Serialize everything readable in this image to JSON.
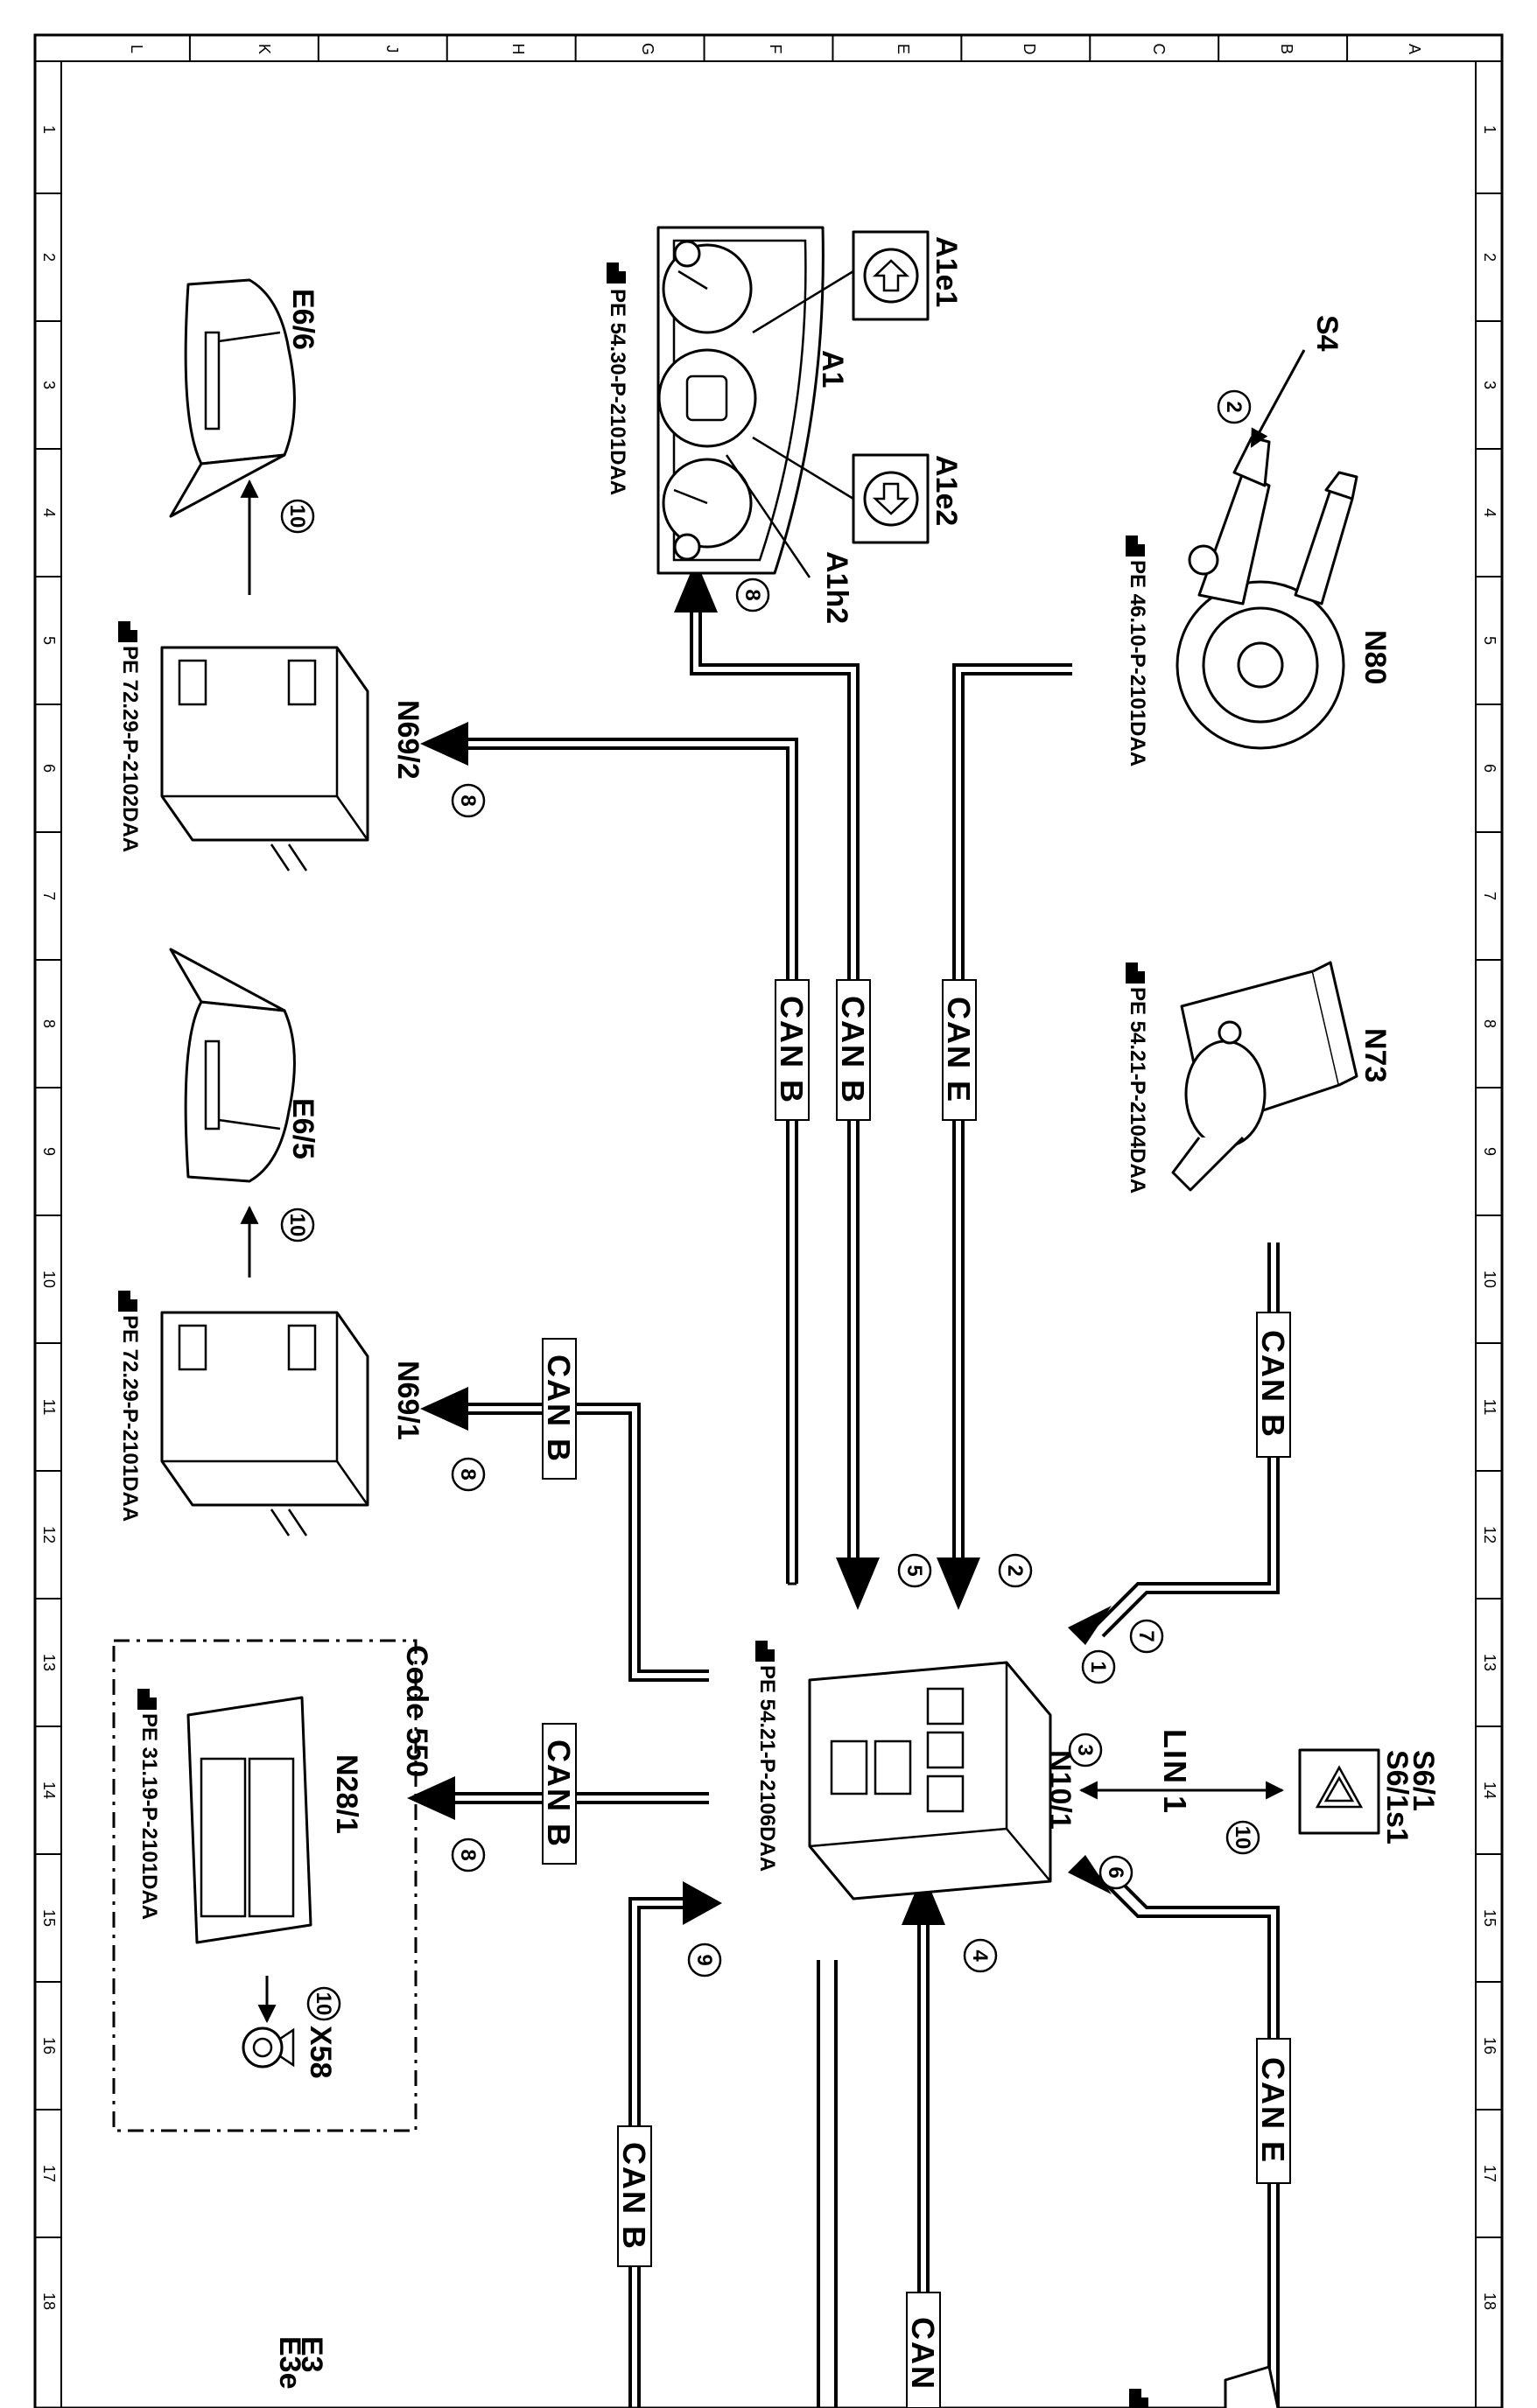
{
  "grid": {
    "columns": [
      "L",
      "K",
      "J",
      "H",
      "G",
      "F",
      "E",
      "D",
      "C",
      "B",
      "A"
    ],
    "rows": [
      "1",
      "2",
      "3",
      "4",
      "5",
      "6",
      "7",
      "8",
      "9",
      "10",
      "11",
      "12",
      "13",
      "14",
      "15",
      "16",
      "17",
      "18"
    ]
  },
  "components": {
    "S4": "S4",
    "N80": "N80",
    "N73": "N73",
    "A1": "A1",
    "A1e1": "A1e1",
    "A1e2": "A1e2",
    "A1h2": "A1h2",
    "E6_6": "E6/6",
    "E6_5": "E6/5",
    "N69_2": "N69/2",
    "N69_1": "N69/1",
    "N10_1": "N10/1",
    "S6_1": "S6/1",
    "S6_1s1": "S6/1s1",
    "N28_1": "N28/1",
    "X58": "X58",
    "E3": "E3",
    "E3e": "E3e"
  },
  "references": {
    "A1": "PE 54.30-P-2101DAA",
    "N80": "PE 46.10-P-2101DAA",
    "N73": "PE 54.21-P-2104DAA",
    "N69_2": "PE 72.29-P-2102DAA",
    "N69_1": "PE 72.29-P-2101DAA",
    "N10_1": "PE 54.21-P-2106DAA",
    "N28_1": "PE 31.19-P-2101DAA"
  },
  "buses": {
    "can_b": "CAN B",
    "can_e": "CAN E",
    "can_partial": "CAN",
    "lin1": "LIN 1"
  },
  "code_box": "Code 550",
  "callouts": [
    "1",
    "2",
    "3",
    "4",
    "5",
    "6",
    "7",
    "8",
    "9",
    "10"
  ]
}
